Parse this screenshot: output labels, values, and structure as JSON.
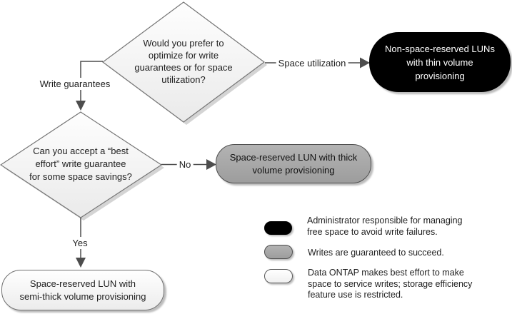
{
  "flowchart": {
    "decision1": {
      "text": "Would you prefer to\noptimize for write\nguarantees or for space\nutilization?"
    },
    "decision2": {
      "text": "Can you accept a “best\neffort” write guarantee\nfor some space savings?"
    },
    "outcome_thin": {
      "text": "Non-space-reserved LUNs\nwith thin volume\nprovisioning"
    },
    "outcome_thick": {
      "text": "Space-reserved LUN with thick\nvolume provisioning"
    },
    "outcome_semi_thick": {
      "text": "Space-reserved LUN with\nsemi-thick volume provisioning"
    },
    "edge_labels": {
      "space_utilization": "Space utilization",
      "write_guarantees": "Write guarantees",
      "no": "No",
      "yes": "Yes"
    }
  },
  "legend": {
    "items": [
      {
        "swatch": "black",
        "text": "Administrator responsible for managing\nfree space to avoid write failures."
      },
      {
        "swatch": "gray",
        "text": "Writes are guaranteed to succeed."
      },
      {
        "swatch": "white",
        "text": "Data ONTAP makes best effort to make\nspace to service writes; storage efficiency\nfeature use is restricted."
      }
    ]
  },
  "colors": {
    "outcome_black": "#000000",
    "outcome_gray": "#a6a6a6",
    "outcome_white": "#ffffff",
    "connector": "#4d4d4d",
    "text": "#1f1f1f"
  }
}
